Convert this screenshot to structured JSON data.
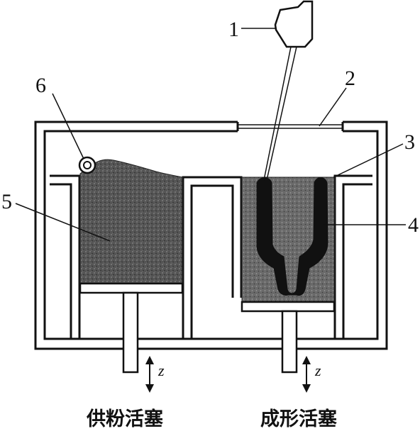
{
  "labels": {
    "n1": "1",
    "n2": "2",
    "n3": "3",
    "n4": "4",
    "n5": "5",
    "n6": "6"
  },
  "axis_label": "z",
  "captions": {
    "left": "供粉活塞",
    "right": "成形活塞"
  }
}
